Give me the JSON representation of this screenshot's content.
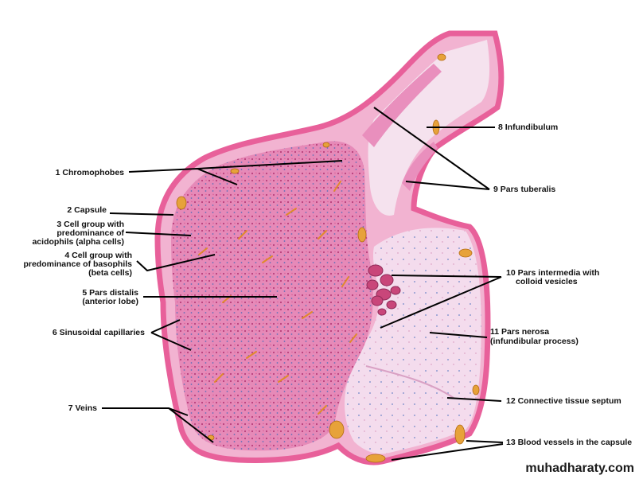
{
  "labels": {
    "l1": "1 Chromophobes",
    "l2": "2 Capsule",
    "l3a": "3 Cell group with",
    "l3b": "predominance of",
    "l3c": "acidophils (alpha cells)",
    "l4a": "4 Cell group with",
    "l4b": "predominance of basophils",
    "l4c": "(beta cells)",
    "l5a": "5 Pars distalis",
    "l5b": "(anterior lobe)",
    "l6": "6 Sinusoidal capillaries",
    "l7": "7 Veins",
    "l8": "8 Infundibulum",
    "l9": "9 Pars tuberalis",
    "l10a": "10 Pars intermedia with",
    "l10b": "colloid vesicles",
    "l11a": "11 Pars nerosa",
    "l11b": "(infundibular process)",
    "l12": "12 Connective tissue septum",
    "l13": "13 Blood vessels in the capsule"
  },
  "watermark": "muhadharaty.com",
  "colors": {
    "capsule": "#e8609a",
    "anterior_lobe": "#e68ab8",
    "posterior_lobe": "#f4dced",
    "blood": "#e7a23a",
    "colloid": "#c9467a"
  }
}
